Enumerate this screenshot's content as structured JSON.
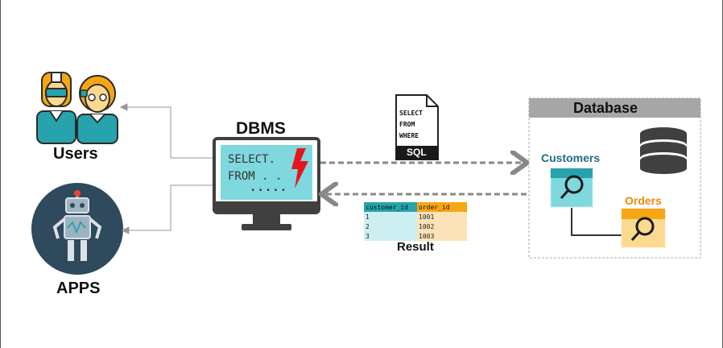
{
  "labels": {
    "users": "Users",
    "apps": "APPS",
    "dbms": "DBMS",
    "result": "Result",
    "database": "Database",
    "customers": "Customers",
    "orders": "Orders"
  },
  "monitor_text": {
    "line1": "SELECT.",
    "line2": "FROM . .",
    "line3": "....."
  },
  "sql_document": {
    "lines": [
      "SELECT",
      "FROM",
      "WHERE"
    ],
    "badge": "SQL"
  },
  "result_table": {
    "headers": [
      "customer_id",
      "order_id"
    ],
    "rows": [
      [
        "1",
        "1001"
      ],
      [
        "2",
        "1002"
      ],
      [
        "3",
        "1003"
      ]
    ]
  },
  "colors": {
    "teal": "#27a3ad",
    "teal_light": "#7fd8de",
    "orange": "#f7a613",
    "orange_light": "#fbd98f",
    "dark": "#404040",
    "navy": "#2f4a5c",
    "red": "#e8141e"
  }
}
